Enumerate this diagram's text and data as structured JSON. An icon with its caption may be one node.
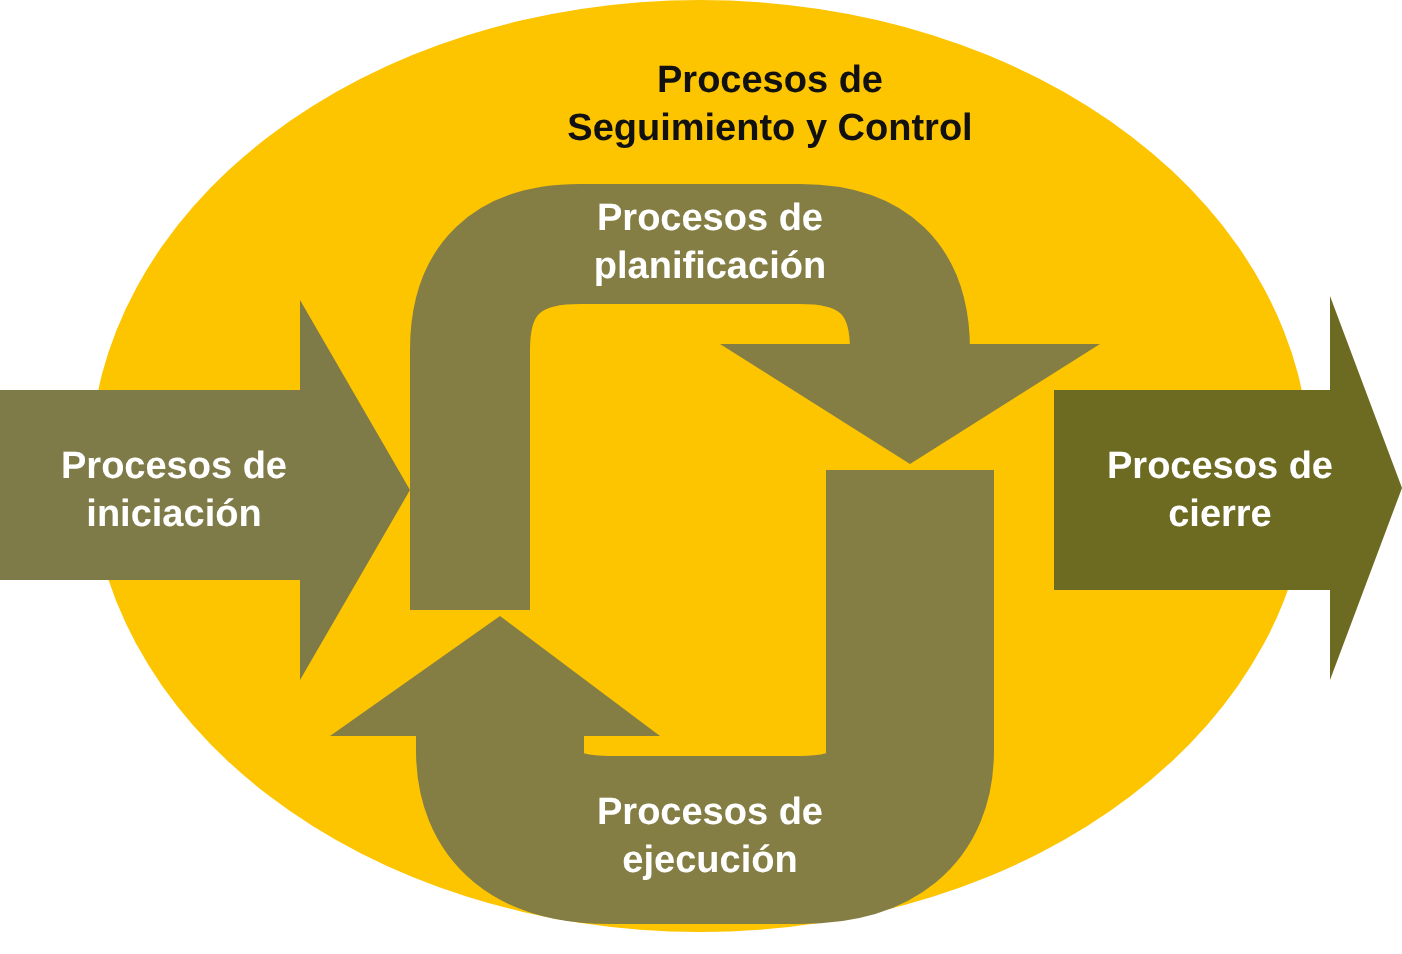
{
  "diagram": {
    "nodes": [
      {
        "text": [
          "Procesos de Seguimiento y Control"
        ]
      },
      {
        "text": [
          "Procesos de iniciación"
        ]
      },
      {
        "text": [
          "Procesos de planificación"
        ],
        "in": 0
      },
      {
        "text": [
          "Procesos de ejecución"
        ],
        "in": 0
      },
      {
        "text": [
          "Procesos de cierre"
        ]
      }
    ]
  }
}
